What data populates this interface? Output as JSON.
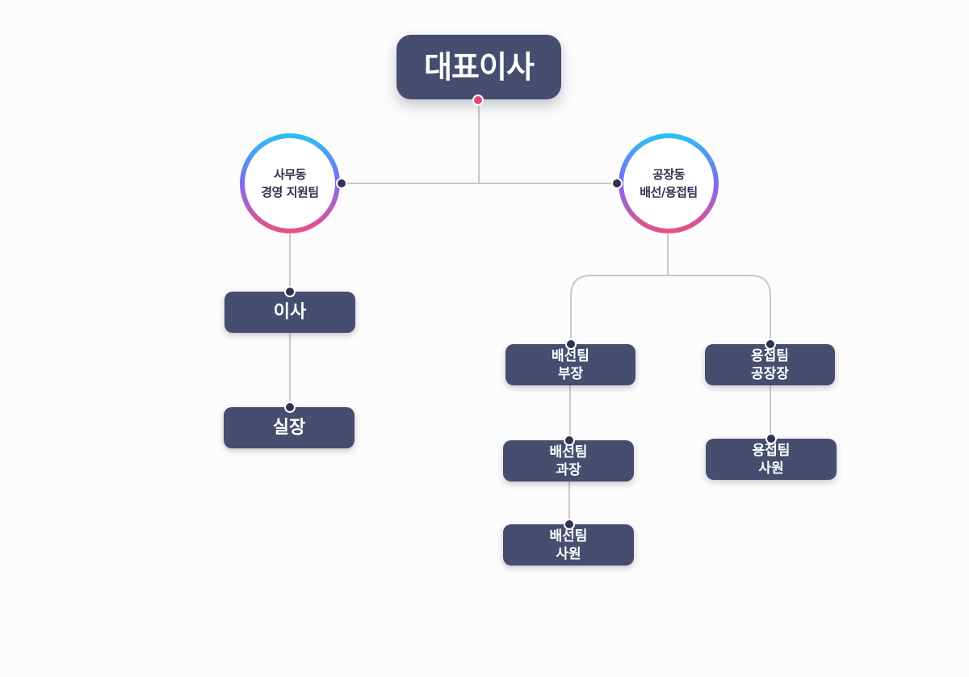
{
  "root": {
    "label": "대표이사"
  },
  "office": {
    "line1": "사무동",
    "line2": "경영 지원팀"
  },
  "factory": {
    "line1": "공장동",
    "line2": "배선/용접팀"
  },
  "office_members": [
    {
      "label": "이사"
    },
    {
      "label": "실장"
    }
  ],
  "wiring_team": [
    {
      "line1": "배선팀",
      "line2": "부장"
    },
    {
      "line1": "배선팀",
      "line2": "과장"
    },
    {
      "line1": "배선팀",
      "line2": "사원"
    }
  ],
  "welding_team": [
    {
      "line1": "용접팀",
      "line2": "공장장"
    },
    {
      "line1": "용접팀",
      "line2": "사원"
    }
  ],
  "colors": {
    "node_fill": "#474d6e",
    "connector": "#c8c8cc",
    "ring_gradient": [
      "#27c3f5",
      "#7b6cf0",
      "#ee4f80"
    ],
    "accent_dot": "#e2467f"
  }
}
